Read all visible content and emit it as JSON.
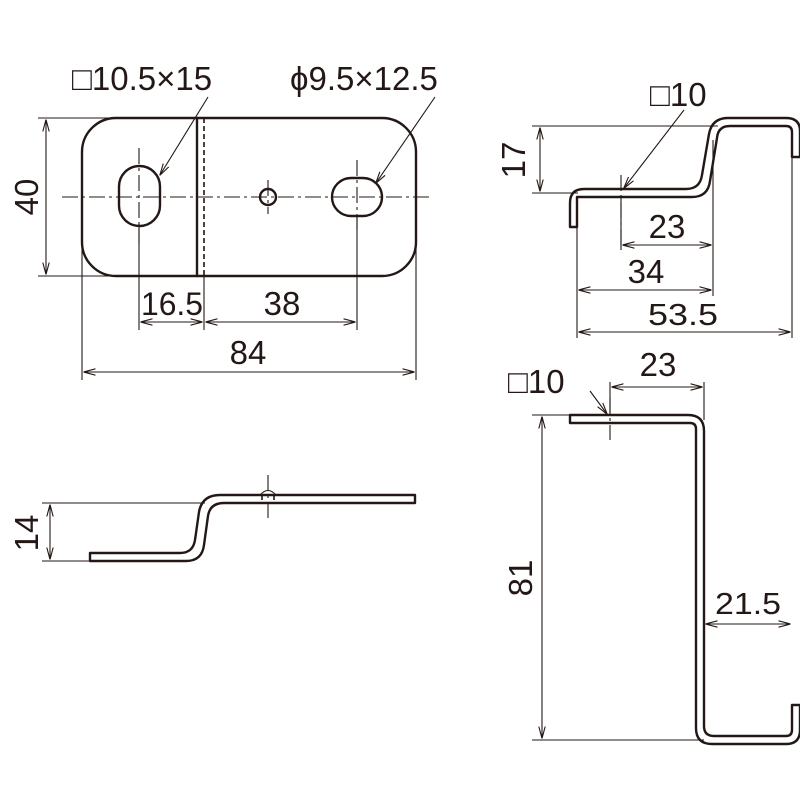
{
  "top_view": {
    "callout_square_slot": "□10.5×15",
    "callout_phi_slot": "ϕ9.5×12.5",
    "dim_height": "40",
    "dim_offset": "16.5",
    "dim_hole_spacing": "38",
    "dim_total_length": "84"
  },
  "front_view": {
    "dim_height": "14"
  },
  "side_view_small": {
    "callout_square": "□10",
    "dim_height": "17",
    "dim_inner": "23",
    "dim_mid": "34",
    "dim_total": "53.5"
  },
  "side_view_tall": {
    "callout_square": "□10",
    "dim_top": "23",
    "dim_height": "81",
    "dim_bottom": "21.5"
  }
}
